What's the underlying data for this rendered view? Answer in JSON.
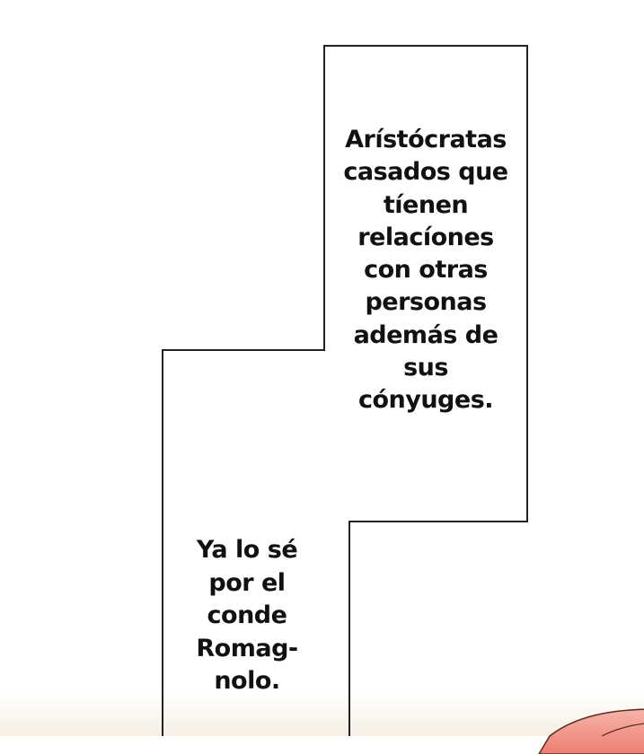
{
  "page": {
    "background_color": "#ffffff",
    "bottom_tint_color": "#f6efe3",
    "border_color": "#222222"
  },
  "bubble_top": {
    "lines": [
      "Arístócratas",
      "casados que",
      "tíenen",
      "relacíones",
      "con otras",
      "personas",
      "además de",
      "sus",
      "cónyuges."
    ]
  },
  "bubble_bottom": {
    "lines": [
      "Ya lo sé",
      "por el",
      "conde",
      "Romag-",
      "nolo."
    ]
  },
  "artwork": {
    "description": "partial pink/red illustrated shape at bottom right",
    "fill_color": "#f08a80"
  }
}
